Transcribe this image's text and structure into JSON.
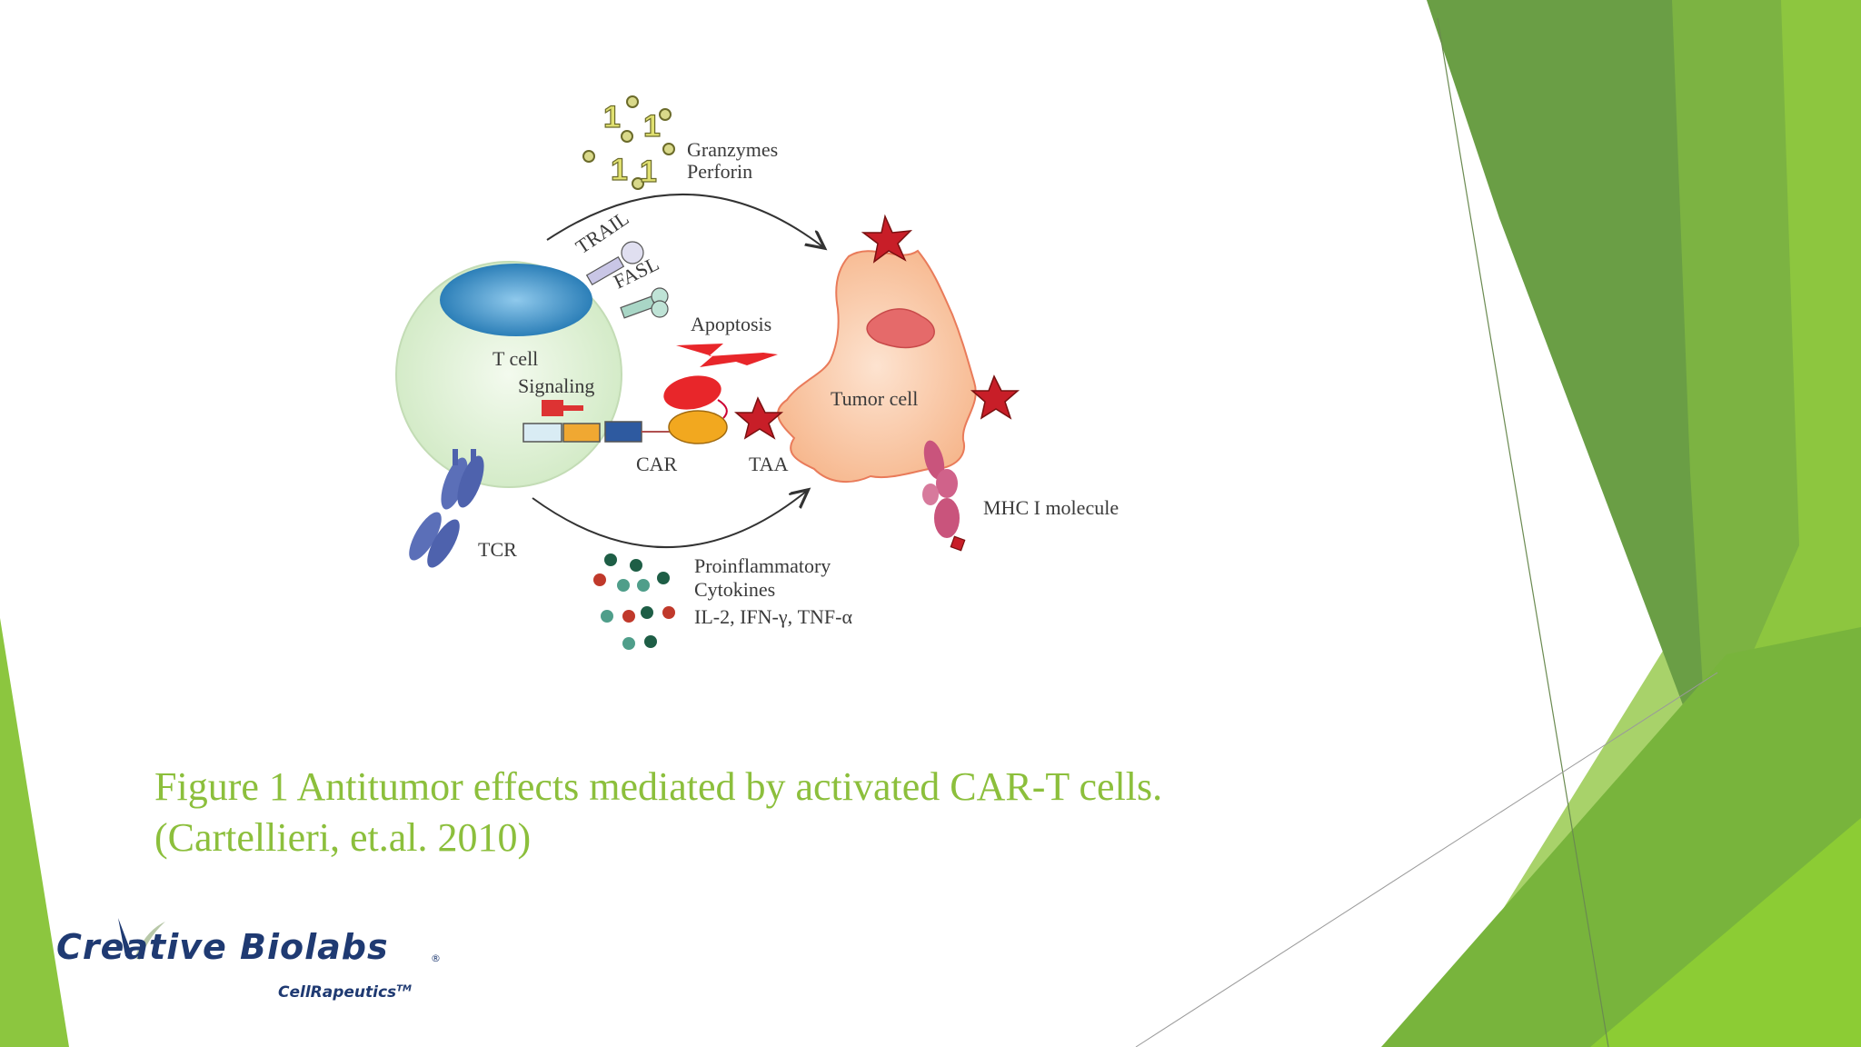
{
  "diagram": {
    "granzymes": "Granzymes",
    "perforin": "Perforin",
    "trail": "TRAIL",
    "fasl": "FASL",
    "apoptosis": "Apoptosis",
    "t_cell": "T cell",
    "signaling": "Signaling",
    "tumor_cell": "Tumor cell",
    "car": "CAR",
    "taa": "TAA",
    "mhc": "MHC I molecule",
    "tcr": "TCR",
    "proinflammatory": "Proinflammatory",
    "cytokines": "Cytokines",
    "cytokine_list": "IL-2, IFN-γ, TNF-α"
  },
  "caption": {
    "line1": "Figure 1 Antitumor effects mediated by activated CAR-T cells.",
    "line2": "(Cartellieri, et.al. 2010)"
  },
  "logo": {
    "main": "Creative Biolabs",
    "registered": "®",
    "sub": "CellRapeutics",
    "tm": "TM"
  },
  "colors": {
    "caption": "#8cbf3c",
    "logo": "#1f3a72",
    "green_dark": "#5f9a2e",
    "green_mid": "#78b43c",
    "green_light": "#9ccc4c"
  }
}
